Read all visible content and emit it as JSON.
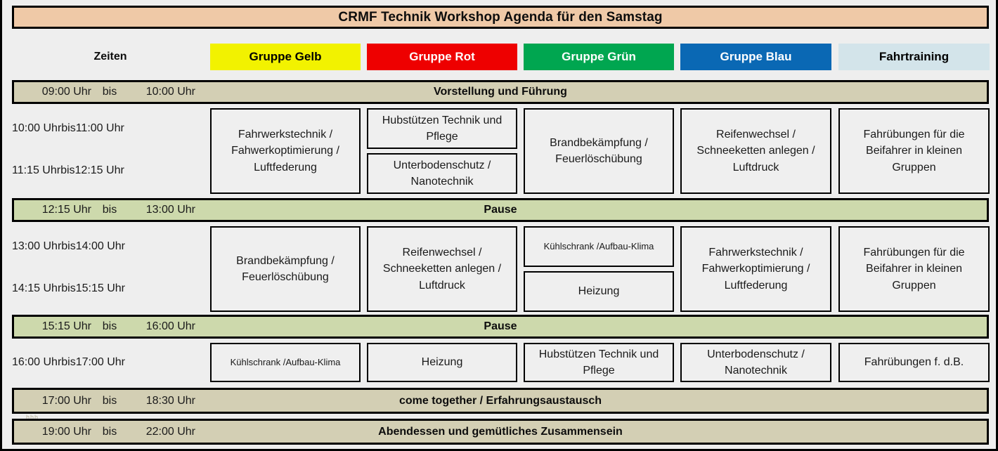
{
  "title": "CRMF Technik Workshop Agenda für den Samstag",
  "colors": {
    "title_banner_bg": "#efc9a7",
    "group_yellow": "#f2f200",
    "group_red": "#ee0000",
    "group_green": "#00a650",
    "group_blue": "#0a68b4",
    "fahrtraining": "#d3e4ea",
    "banner_tan": "#d3cfb4",
    "banner_green": "#cdd9ac",
    "cell_bg": "#efefef",
    "page_bg": "#eeeeee"
  },
  "columns": {
    "times_header": "Zeiten",
    "groups": [
      {
        "label": "Gruppe Gelb",
        "bg": "#f2f200",
        "fg": "#000000"
      },
      {
        "label": "Gruppe Rot",
        "bg": "#ee0000",
        "fg": "#ffffff"
      },
      {
        "label": "Gruppe Grün",
        "bg": "#00a650",
        "fg": "#ffffff"
      },
      {
        "label": "Gruppe Blau",
        "bg": "#0a68b4",
        "fg": "#ffffff"
      },
      {
        "label": "Fahrtraining",
        "bg": "#d3e4ea",
        "fg": "#000000"
      }
    ]
  },
  "separator_word": "bis",
  "time_suffix": "Uhr",
  "rows": {
    "vorstellung": {
      "start": "09:00 Uhr",
      "bis": "bis",
      "end": "10:00 Uhr",
      "label": "Vorstellung und Führung"
    },
    "block1": {
      "line1_start": "10:00 Uhr",
      "line1_bis": "bis",
      "line1_end": "11:00 Uhr",
      "line2_start": "11:15 Uhr",
      "line2_bis": "bis",
      "line2_end": "12:15 Uhr",
      "gelb": "Fahrwerkstechnik / Fahwerkoptimierung / Luftfederung",
      "rot_top": "Hubstützen Technik und Pflege",
      "rot_bottom": "Unterbodenschutz / Nanotechnik",
      "gruen": "Brandbekämpfung / Feuerlöschübung",
      "blau": "Reifenwechsel / Schneeketten anlegen / Luftdruck",
      "fahrtraining": "Fahrübungen für die Beifahrer in kleinen Gruppen"
    },
    "pause1": {
      "start": "12:15 Uhr",
      "bis": "bis",
      "end": "13:00 Uhr",
      "label": "Pause"
    },
    "block2": {
      "line1_start": "13:00 Uhr",
      "line1_bis": "bis",
      "line1_end": "14:00 Uhr",
      "line2_start": "14:15 Uhr",
      "line2_bis": "bis",
      "line2_end": "15:15 Uhr",
      "gelb": "Brandbekämpfung / Feuerlöschübung",
      "rot": "Reifenwechsel / Schneeketten anlegen / Luftdruck",
      "gruen_top": "Kühlschrank /Aufbau-Klima",
      "gruen_bottom": "Heizung",
      "blau": "Fahrwerkstechnik / Fahwerkoptimierung / Luftfederung",
      "fahrtraining": "Fahrübungen für die Beifahrer in kleinen Gruppen"
    },
    "pause2": {
      "start": "15:15 Uhr",
      "bis": "bis",
      "end": "16:00 Uhr",
      "label": "Pause"
    },
    "block3": {
      "line1_start": "16:00 Uhr",
      "line1_bis": "bis",
      "line1_end": "17:00 Uhr",
      "gelb": "Kühlschrank /Aufbau-Klima",
      "rot": "Heizung",
      "gruen": "Hubstützen Technik und Pflege",
      "blau": "Unterbodenschutz / Nanotechnik",
      "fahrtraining": "Fahrübungen f. d.B."
    },
    "cometogether": {
      "start": "17:00 Uhr",
      "bis": "bis",
      "end": "18:30 Uhr",
      "label": "come together / Erfahrungsaustausch"
    },
    "abendessen": {
      "start": "19:00 Uhr",
      "bis": "bis",
      "end": "22:00 Uhr",
      "label": "Abendessen und gemütliches Zusammensein"
    }
  },
  "artifact": "hhh"
}
